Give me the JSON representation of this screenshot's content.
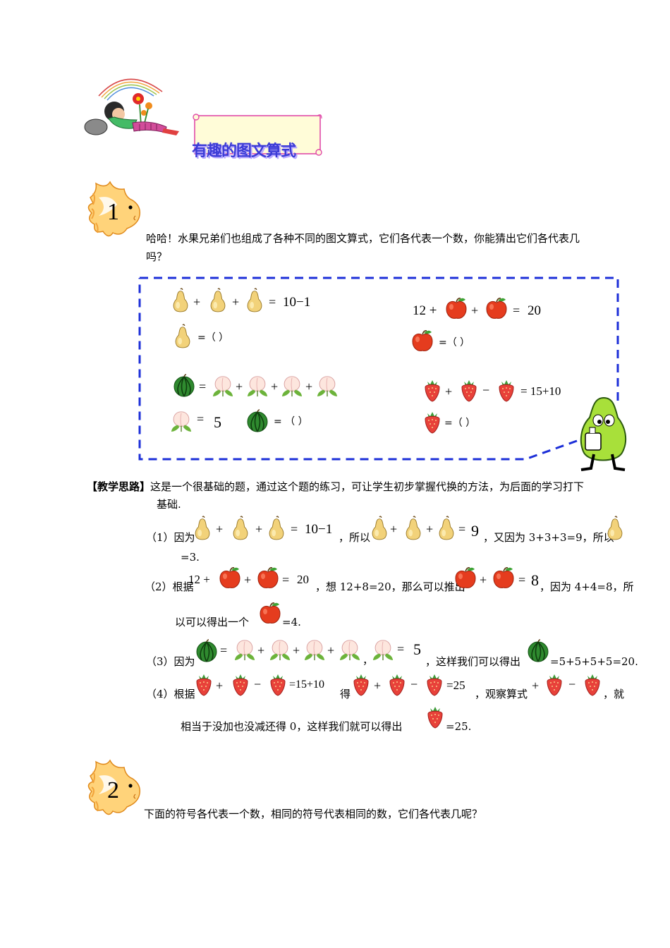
{
  "header": {
    "title": "有趣的图文算式"
  },
  "problem1": {
    "number": "1",
    "intro_line1": "哈哈！水果兄弟们也组成了各种不同的图文算式，它们各代表一个数，你能猜出它们各代表几",
    "intro_line2": "吗？",
    "box": {
      "pear_result": "10−1",
      "pear_answer": "=（    ）",
      "apple_prefix": "12 +",
      "apple_result": "20",
      "apple_answer": "=（    ）",
      "peach_value": "5",
      "melon_answer": "=  （    ）",
      "straw_result": "15+10",
      "straw_answer": "=（    ）"
    }
  },
  "teaching": {
    "label": "【教学思路】",
    "text_line1": "这是一个很基础的题，通过这个题的练习，可让学生初步掌握代换的方法，为后面的学习打下",
    "text_line2": "基础.",
    "s1_prefix": "（1）因为",
    "s1_result": "10−1",
    "s1_mid": "，所以",
    "s1_sum": "9",
    "s1_tail": "，又因为 3+3+3=9，所以",
    "s1_end": "=3.",
    "s2_prefix": "（2）根据",
    "s2_num": "12 +",
    "s2_result": "20",
    "s2_mid": "，想 12+8=20，那么可以推出",
    "s2_sum": "8",
    "s2_tail": "，因为 4+4=8，所",
    "s2_line2": "以可以得出一个",
    "s2_end": "=4.",
    "s3_prefix": "（3）因为",
    "s3_peach_val": "5",
    "s3_mid": "，这样我们可以得出",
    "s3_end": "=5+5+5+5=20.",
    "s4_prefix": "（4）根据",
    "s4_result": "15+10",
    "s4_de": "得",
    "s4_sum": "25",
    "s4_mid": "，观察算式",
    "s4_tail": "，就",
    "s4_line2": "相当于没加也没减还得 0，这样我们就可以得出",
    "s4_end": "=25."
  },
  "problem2": {
    "number": "2",
    "intro": "下面的符号各代表一个数，相同的符号代表相同的数，它们各代表几呢？"
  },
  "icons": {
    "pear": "pear-icon",
    "apple": "apple-icon",
    "melon": "watermelon-icon",
    "peach": "peach-icon",
    "strawberry": "strawberry-icon",
    "fish": "fish-icon",
    "mascot": "mascot-icon",
    "girl": "girl-illustration"
  }
}
